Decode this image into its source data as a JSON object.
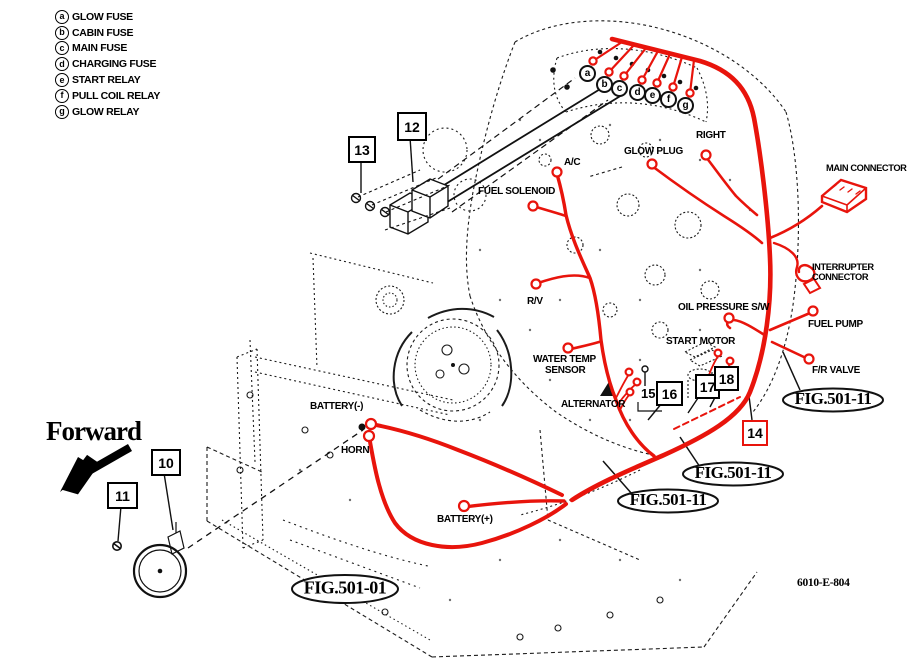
{
  "colors": {
    "harness": "#e8140c",
    "ink": "#111111"
  },
  "legend": {
    "items": [
      {
        "letter": "a",
        "label": "GLOW FUSE"
      },
      {
        "letter": "b",
        "label": "CABIN FUSE"
      },
      {
        "letter": "c",
        "label": "MAIN FUSE"
      },
      {
        "letter": "d",
        "label": "CHARGING FUSE"
      },
      {
        "letter": "e",
        "label": "START RELAY"
      },
      {
        "letter": "f",
        "label": "PULL COIL RELAY"
      },
      {
        "letter": "g",
        "label": "GLOW RELAY"
      }
    ]
  },
  "engine_fuse_letters": [
    "a",
    "b",
    "c",
    "d",
    "e",
    "f",
    "g"
  ],
  "component_labels": {
    "ac": "A/C",
    "glow_plug": "GLOW PLUG",
    "right": "RIGHT",
    "main_connector": "MAIN CONNECTOR",
    "fuel_solenoid": "FUEL SOLENOID",
    "interrupter_line1": "INTERRUPTER",
    "interrupter_line2": "CONNECTOR",
    "rv": "R/V",
    "oil_pressure": "OIL PRESSURE S/W",
    "fuel_pump": "FUEL PUMP",
    "start_motor": "START MOTOR",
    "fr_valve": "F/R VALVE",
    "water_temp_line1": "WATER TEMP",
    "water_temp_line2": "SENSOR",
    "alternator": "ALTERNATOR",
    "battery_neg": "BATTERY(-)",
    "horn": "HORN",
    "battery_pos": "BATTERY(+)"
  },
  "callouts": {
    "c10": "10",
    "c11": "11",
    "c12": "12",
    "c13": "13",
    "c14": "14",
    "c15": "15",
    "c16": "16",
    "c17": "17",
    "c18": "18"
  },
  "figure_refs": {
    "fr_valve_area": "FIG.501-11",
    "mid_area": "FIG.501-11",
    "lower_area": "FIG.501-11",
    "chassis": "FIG.501-01"
  },
  "direction_label": "Forward",
  "doc_number": "6010-E-804"
}
